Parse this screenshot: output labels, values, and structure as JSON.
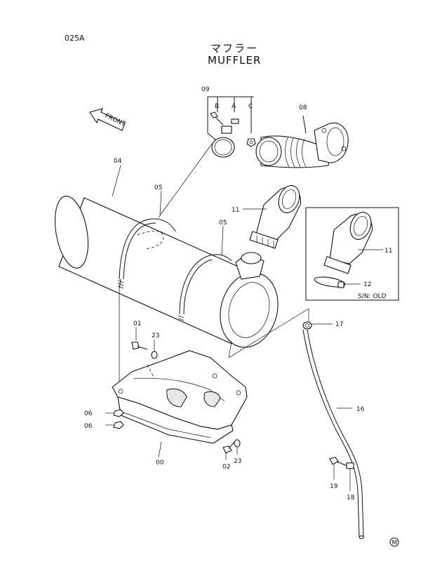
{
  "page_code": "025A",
  "title_jp": "マフラー",
  "title_en": "MUFFLER",
  "front_label": "FRONT",
  "inset_note": "S/N: OLD",
  "mark_symbol": "M",
  "callouts": {
    "c09": "09",
    "cB": "B",
    "cA": "A",
    "cC": "C",
    "c08": "08",
    "c04": "04",
    "c05a": "05",
    "c05b": "05",
    "c11": "11",
    "c11i": "11",
    "c12": "12",
    "c01": "01",
    "c23a": "23",
    "c17": "17",
    "c06a": "06",
    "c06b": "06",
    "c16": "16",
    "c00": "00",
    "c02": "02",
    "c23b": "23",
    "c19": "19",
    "c18": "18"
  }
}
